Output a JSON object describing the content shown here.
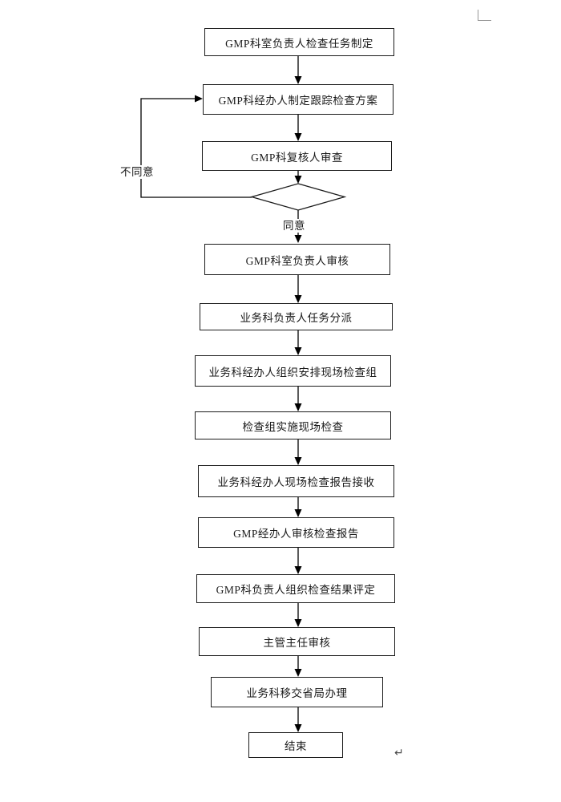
{
  "flowchart": {
    "stroke_color": "#000000",
    "box_fill": "#ffffff",
    "nodes": [
      {
        "id": "task-definition",
        "shape": "rect",
        "label": "GMP科室负责人检查任务制定"
      },
      {
        "id": "plan-drafting",
        "shape": "rect",
        "label": "GMP科经办人制定跟踪检查方案"
      },
      {
        "id": "reviewer-check",
        "shape": "rect",
        "label": "GMP科复核人审查"
      },
      {
        "id": "approval-decision",
        "shape": "diamond",
        "label": ""
      },
      {
        "id": "dept-head-review",
        "shape": "rect",
        "label": "GMP科室负责人审核"
      },
      {
        "id": "task-assignment",
        "shape": "rect",
        "label": "业务科负责人任务分派"
      },
      {
        "id": "team-arrangement",
        "shape": "rect",
        "label": "业务科经办人组织安排现场检查组"
      },
      {
        "id": "onsite-inspection",
        "shape": "rect",
        "label": "检查组实施现场检查"
      },
      {
        "id": "report-reception",
        "shape": "rect",
        "label": "业务科经办人现场检查报告接收"
      },
      {
        "id": "report-review",
        "shape": "rect",
        "label": "GMP经办人审核检查报告"
      },
      {
        "id": "result-evaluation",
        "shape": "rect",
        "label": "GMP科负责人组织检查结果评定"
      },
      {
        "id": "director-review",
        "shape": "rect",
        "label": "主管主任审核"
      },
      {
        "id": "transfer-provincial",
        "shape": "rect",
        "label": "业务科移交省局办理"
      },
      {
        "id": "end",
        "shape": "rect",
        "label": "结束"
      }
    ],
    "edge_labels": {
      "disagree": "不同意",
      "agree": "同意"
    }
  },
  "page_marks": {
    "paragraph_return": "↵"
  }
}
